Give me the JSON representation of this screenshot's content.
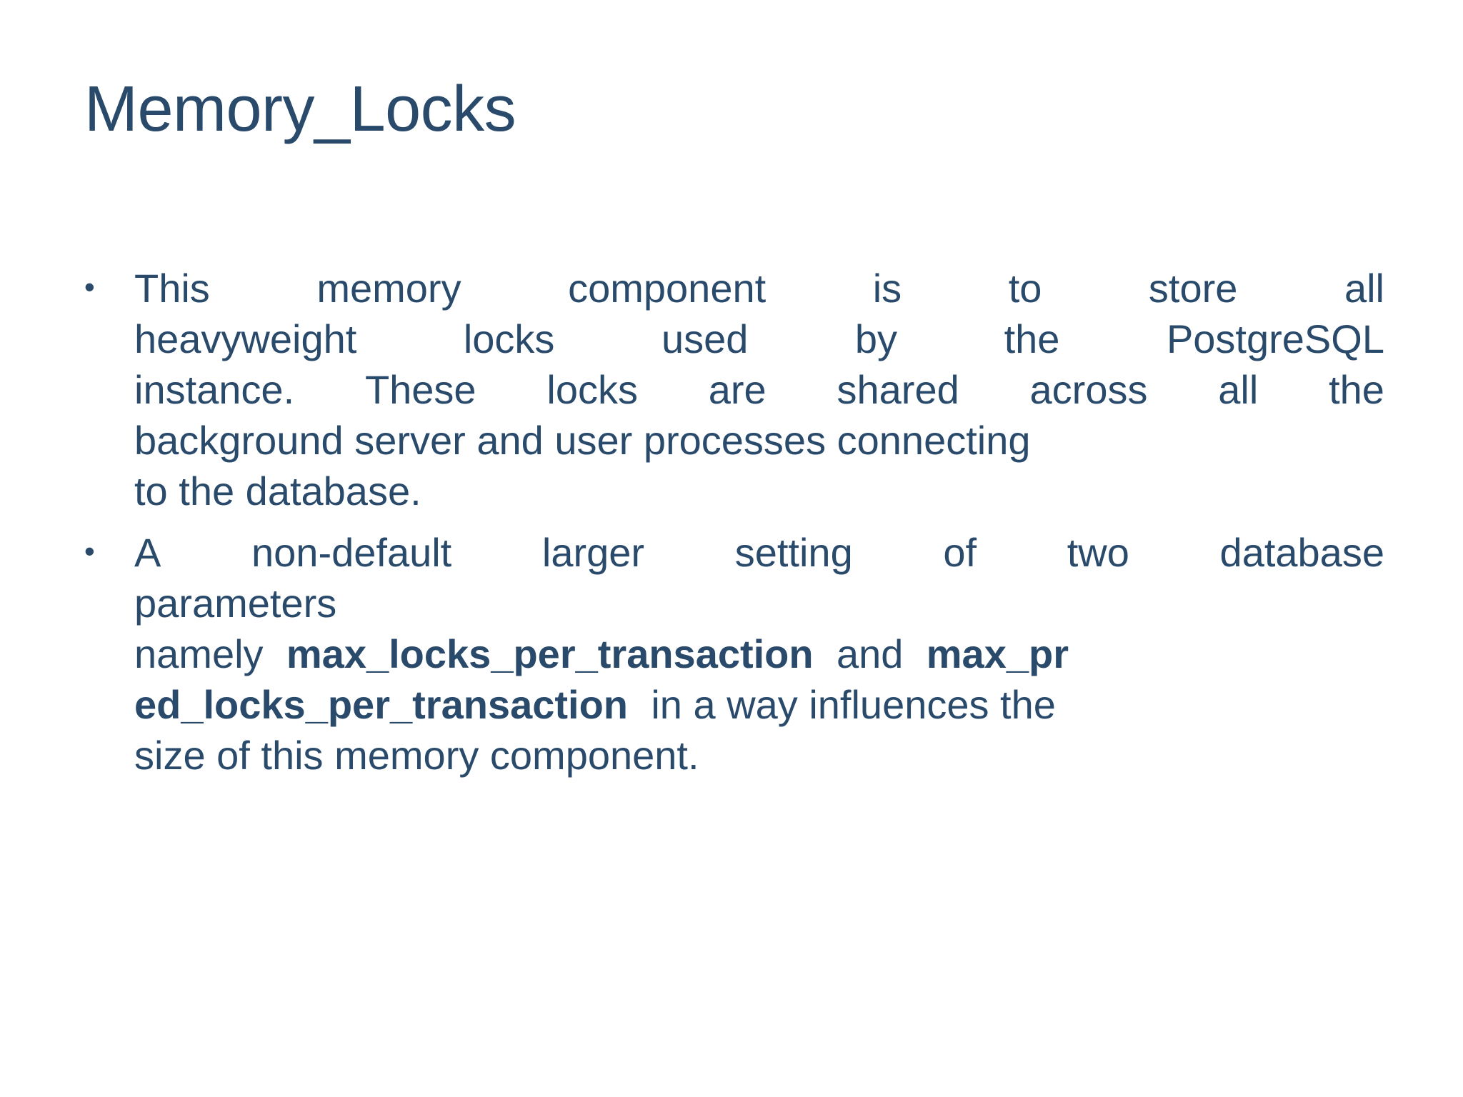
{
  "slide": {
    "title": "Memory_Locks",
    "background_color": "#FFFFFF",
    "text_color": "#2A4A6B",
    "bullets": [
      {
        "marker": "•",
        "lines": [
          {
            "words": [
              "This",
              "memory",
              "component",
              "is",
              "to",
              "store",
              "all"
            ],
            "justified": true
          },
          {
            "words": [
              "heavyweight",
              "locks",
              "used",
              "by",
              "the",
              "PostgreSQL"
            ],
            "justified": true
          },
          {
            "words": [
              "instance.",
              "These",
              "locks",
              "are",
              "shared",
              "across",
              "all",
              "the"
            ],
            "justified": true
          },
          {
            "words": [
              "background server and user processes connecting"
            ],
            "justified": false
          },
          {
            "words": [
              "to the database."
            ],
            "justified": false
          }
        ],
        "plain_text": "This memory component is to store all heavyweight locks used by the PostgreSQL instance. These locks are shared across all the background server and user processes connecting to the database."
      },
      {
        "marker": "•",
        "lines": [
          {
            "words": [
              "A",
              "non-default",
              "larger",
              "setting",
              "of",
              "two",
              "database"
            ],
            "justified": true
          },
          {
            "words": [
              "parameters"
            ],
            "justified": false
          },
          {
            "segments": [
              {
                "text": "namely ",
                "bold": false
              },
              {
                "text": "max_locks_per_transaction",
                "bold": true
              },
              {
                "text": " and ",
                "bold": false
              },
              {
                "text": "max_pr",
                "bold": true
              }
            ],
            "justified": false
          },
          {
            "segments": [
              {
                "text": "ed_locks_per_transaction",
                "bold": true
              },
              {
                "text": " in a way influences the",
                "bold": false
              }
            ],
            "justified": false
          },
          {
            "segments": [
              {
                "text": "size of this memory component.",
                "bold": false
              }
            ],
            "justified": false
          }
        ],
        "plain_text": "A non-default larger setting of two database parameters namely max_locks_per_transaction and max_pred_locks_per_transaction in a way influences the size of this memory component.",
        "bold_terms": [
          "max_locks_per_transaction",
          "max_pred_locks_per_transaction"
        ]
      }
    ]
  }
}
